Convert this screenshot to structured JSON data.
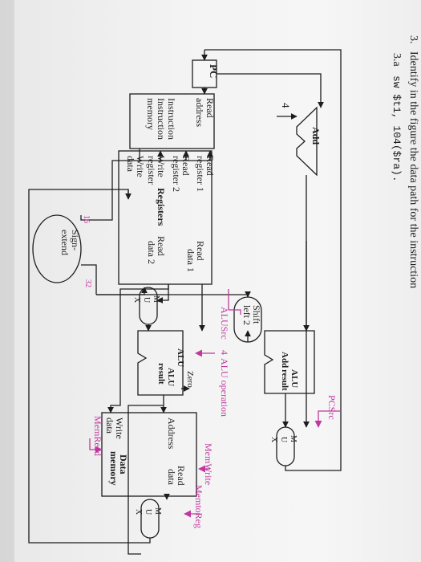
{
  "question": {
    "number": "3.",
    "text": "Identify in the figure the data path for the instruction",
    "subpart": "3.a",
    "instruction": "sw $t1, 104($ra)."
  },
  "diagram": {
    "pc": "PC",
    "const4_top": "4",
    "add_top": "Add",
    "instr_mem": [
      "Read",
      "address",
      "Instruction",
      "Instruction",
      "memory"
    ],
    "regs": [
      "Read",
      "register 1",
      "Read",
      "register 2",
      "Write",
      "register",
      "Write",
      "data"
    ],
    "regs_title": "Registers",
    "regs_out": [
      "Read",
      "data 1",
      "Read",
      "data 2"
    ],
    "sign_extend": [
      "Sign-",
      "extend"
    ],
    "width_in": "16",
    "width_out": "32",
    "mux_label": [
      "M",
      "U",
      "X"
    ],
    "shift": [
      "Shift",
      "left 2"
    ],
    "alusrc": "ALUSrc",
    "const4_op": "4",
    "alu_operation": "ALU operation",
    "zero": "Zero",
    "alu": "ALU",
    "alu_result": [
      "ALU",
      "result"
    ],
    "add2": [
      "Add",
      "ALU",
      "result"
    ],
    "pcsrc": "PCSrc",
    "dmem": [
      "Address",
      "Read",
      "data",
      "Write",
      "data",
      "Data",
      "memory"
    ],
    "memwrite": "MemWrite",
    "memtoreg": "MemtoReg",
    "memread": "MemRead",
    "colors": {
      "control": "#c0389e",
      "ink": "#1d1d1d"
    }
  }
}
